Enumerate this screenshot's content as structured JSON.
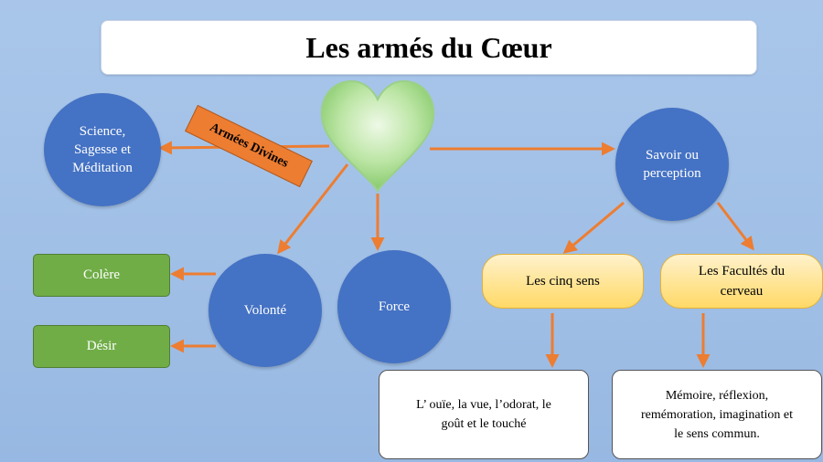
{
  "title": "Les armés du  Cœur",
  "banner": "Armées Divines",
  "colors": {
    "circle": "#4472c4",
    "arrow": "#ed7d31",
    "green_box": "#70ad47",
    "heart": "#a9dc8f",
    "background": "#a9c6ea"
  },
  "nodes": {
    "science": "Science,\nSagesse et\nMéditation",
    "savoir": "Savoir ou\nperception",
    "volonte": "Volonté",
    "force": "Force",
    "colere": "Colère",
    "desir": "Désir",
    "cinq_sens": "Les cinq sens",
    "facultes": "Les Facultés du\ncerveau",
    "cinq_sens_detail": "L’ ouïe, la vue, l’odorat, le\ngoût et le touché",
    "facultes_detail": "Mémoire, réflexion,\nremémoration, imagination et\nle sens commun."
  }
}
